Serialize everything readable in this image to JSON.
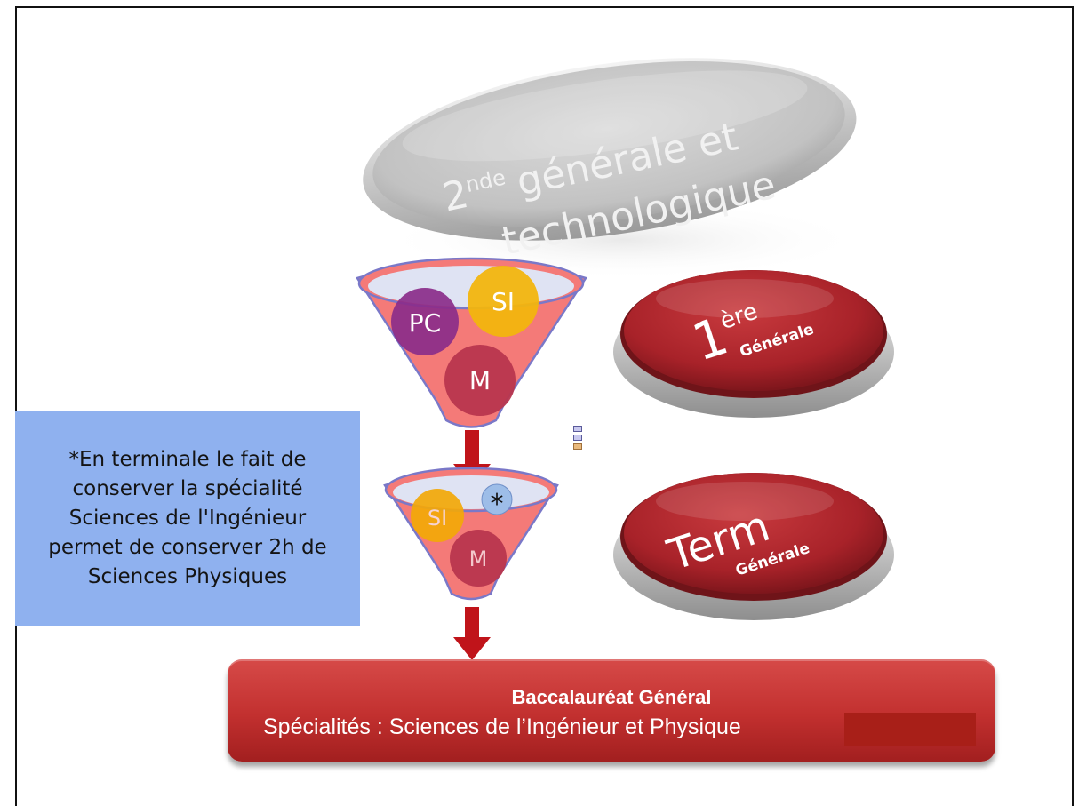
{
  "seconde": {
    "num": "2",
    "sup": "nde",
    "line1": "générale et",
    "line2": "technologique"
  },
  "funnel_top": {
    "bubbles": [
      "PC",
      "SI",
      "M"
    ]
  },
  "funnel_bottom": {
    "bubbles": [
      "SI",
      "*",
      "M"
    ]
  },
  "premiere": {
    "num": "1",
    "sup": "ère",
    "sub": "Générale"
  },
  "terminale": {
    "title": "Term",
    "sub": "Générale"
  },
  "note": {
    "lines": [
      "*En terminale le fait de",
      "conserver la spécialité",
      "Sciences de l'Ingénieur",
      "permet de conserver 2h de",
      "Sciences Physiques"
    ]
  },
  "bac": {
    "title": "Baccalauréat Général",
    "subtitle": "Spécialités : Sciences de l’Ingénieur et Physique"
  },
  "colors": {
    "funnel_fill": "#f47a78",
    "funnel_stroke": "#7a78c8",
    "button_red": "#b0262c",
    "note_bg": "#8fb1ef",
    "pc": "#7d2c9c",
    "si": "#f2b50e",
    "m": "#b8364e"
  }
}
